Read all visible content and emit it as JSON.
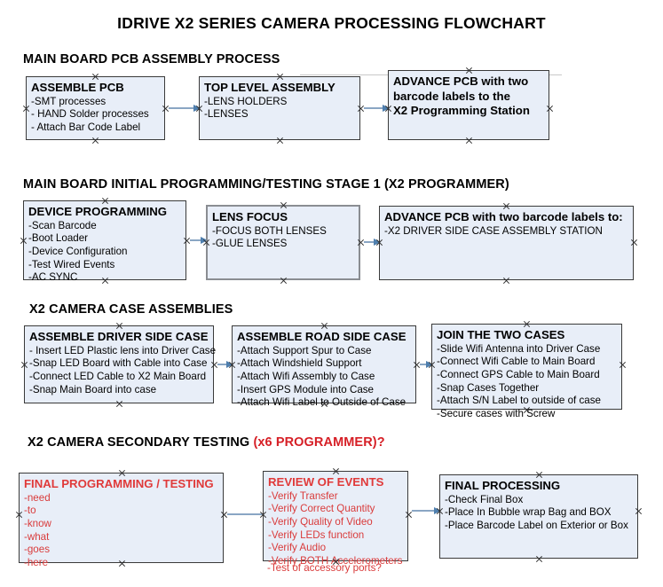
{
  "document": {
    "title": "IDRIVE X2  SERIES CAMERA PROCESSING FLOWCHART"
  },
  "colors": {
    "box_fill": "#e8eef8",
    "box_border": "#3a3a3a",
    "box_border_thick": "#8a8d92",
    "arrow": "#8aa6c4",
    "arrow_head": "#4f7fae",
    "accent_red": "#d93b3b",
    "text": "#000000"
  },
  "sections": [
    {
      "id": "main-board-pcb-assembly",
      "heading": "MAIN BOARD PCB ASSEMBLY PROCESS",
      "heading_accent": "",
      "nodes": [
        {
          "id": "assemble-pcb",
          "title": "ASSEMBLE PCB",
          "lines": [
            "-SMT processes",
            "- HAND Solder processes",
            "- Attach Bar Code Label"
          ]
        },
        {
          "id": "top-level-assembly",
          "title": "TOP LEVEL ASSEMBLY",
          "lines": [
            "-LENS HOLDERS",
            "-LENSES"
          ]
        },
        {
          "id": "advance-pcb-programming-station",
          "title": "ADVANCE PCB with two",
          "lines": [
            "barcode labels to the",
            " X2 Programming Station"
          ]
        }
      ]
    },
    {
      "id": "main-board-initial-programming",
      "heading": "MAIN BOARD INITIAL PROGRAMMING/TESTING STAGE 1 (X2 PROGRAMMER)",
      "heading_accent": "",
      "nodes": [
        {
          "id": "device-programming",
          "title": "DEVICE PROGRAMMING",
          "lines": [
            "-Scan Barcode",
            "-Boot Loader",
            "-Device Configuration",
            "-Test Wired Events",
            "-AC SYNC"
          ]
        },
        {
          "id": "lens-focus",
          "title": "LENS FOCUS",
          "lines": [
            "-FOCUS BOTH LENSES",
            "-GLUE LENSES"
          ]
        },
        {
          "id": "advance-pcb-driver-side",
          "title": "ADVANCE PCB with two barcode labels to:",
          "lines": [
            "-X2 DRIVER  SIDE  CASE  ASSEMBLY STATION"
          ]
        }
      ]
    },
    {
      "id": "x2-camera-case-assemblies",
      "heading": "X2 CAMERA CASE ASSEMBLIES",
      "heading_accent": "",
      "nodes": [
        {
          "id": "assemble-driver-side-case",
          "title": "ASSEMBLE DRIVER SIDE CASE",
          "lines": [
            "- Insert LED Plastic lens into Driver Case",
            "-Snap LED Board with Cable into Case",
            "-Connect LED Cable to X2 Main Board",
            "-Snap Main Board into case"
          ]
        },
        {
          "id": "assemble-road-side-case",
          "title": "ASSEMBLE ROAD SIDE CASE",
          "lines": [
            "-Attach Support Spur to Case",
            "-Attach Windshield Support",
            "-Attach Wifi Assembly to Case",
            "-Insert GPS Module into Case",
            "-Attach Wifi Label to Outside of Case"
          ]
        },
        {
          "id": "join-the-two-cases",
          "title": "JOIN THE TWO CASES",
          "lines": [
            "-Slide Wifi Antenna into Driver Case",
            "-Connect Wifi Cable to Main Board",
            "-Connect GPS Cable to Main Board",
            "-Snap Cases Together",
            "-Attach S/N Label to outside of case",
            "-Secure cases with Screw"
          ]
        }
      ]
    },
    {
      "id": "x2-camera-secondary-testing",
      "heading": "X2 CAMERA SECONDARY TESTING ",
      "heading_accent": "(x6 PROGRAMMER)?",
      "nodes": [
        {
          "id": "final-programming-testing",
          "title": "FINAL PROGRAMMING / TESTING",
          "lines": [
            "-need",
            "-to",
            "-know",
            "-what",
            "-goes",
            "-here"
          ]
        },
        {
          "id": "review-of-events",
          "title": "REVIEW OF EVENTS",
          "lines": [
            "-Verify Transfer",
            "-Verify Correct Quantity",
            "-Verify Quality of Video",
            "-Verify LEDs function",
            "-Verify Audio",
            "-Verify BOTH Accelerometers"
          ],
          "overflow_line": "-Test of accessory ports?"
        },
        {
          "id": "final-processing",
          "title": "FINAL PROCESSING",
          "lines": [
            " -Check Final Box",
            "-Place In Bubble wrap Bag and BOX",
            "-Place Barcode Label on Exterior or Box"
          ]
        }
      ]
    }
  ]
}
